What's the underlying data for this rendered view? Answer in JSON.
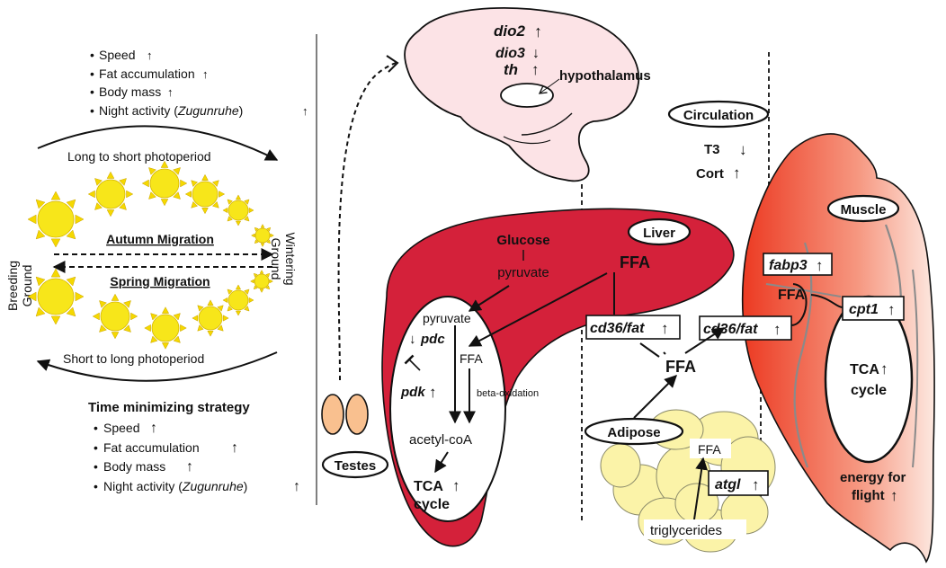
{
  "colors": {
    "liver": "#d4213a",
    "muscle_light": "#fbd9cf",
    "muscle_dark": "#ee4a2c",
    "brain": "#fce3e6",
    "adipose": "#fbf3a8",
    "testes": "#f9c08f",
    "sun": "#f7e61a",
    "sun_ray": "#f5d800"
  },
  "left_panel": {
    "autumn_list": [
      {
        "text": "Speed",
        "arrow": "↑"
      },
      {
        "text": "Fat accumulation",
        "arrow": "↑"
      },
      {
        "text": "Body mass",
        "arrow": "↑"
      },
      {
        "text_prefix": "Night activity (",
        "text_italic": "Zugunruhe",
        "text_suffix": ")",
        "arrow": "↑"
      }
    ],
    "long_to_short": "Long to short photoperiod",
    "short_to_long": "Short to long photoperiod",
    "breeding_ground": [
      "Breeding",
      "Ground"
    ],
    "wintering_ground": [
      "Wintering",
      "Ground"
    ],
    "autumn_migration": "Autumn Migration",
    "spring_migration": "Spring Migration",
    "strategy_title": "Time minimizing strategy",
    "spring_list": [
      {
        "text": "Speed",
        "arrow": "↑"
      },
      {
        "text": "Fat accumulation",
        "arrow": "↑"
      },
      {
        "text": "Body mass",
        "arrow": "↑"
      },
      {
        "text_prefix": "Night activity (",
        "text_italic": "Zugunruhe",
        "text_suffix": ")",
        "arrow": "↑"
      }
    ],
    "bullet": "•"
  },
  "brain": {
    "dio2": "dio2",
    "dio3": "dio3",
    "th": "th",
    "hypothalamus": "hypothalamus",
    "up": "↑",
    "down": "↓"
  },
  "circulation": {
    "label": "Circulation",
    "t3": "T3",
    "cort": "Cort",
    "up": "↑",
    "down": "↓"
  },
  "testes": {
    "label": "Testes"
  },
  "liver": {
    "label": "Liver",
    "glucose": "Glucose",
    "pyruvate_outer": "pyruvate",
    "ffa_outer": "FFA",
    "pyruvate_inner": "pyruvate",
    "pdc": "pdc",
    "pdk": "pdk",
    "ffa_inner": "FFA",
    "beta_oxidation": "beta-oxidation",
    "acetyl_coa": "acetyl-coA",
    "tca": "TCA",
    "cycle": "cycle",
    "up": "↑",
    "down": "↓"
  },
  "transport": {
    "cd36_liver": "cd36/fat",
    "cd36_muscle": "cd36/fat",
    "ffa_center": "FFA",
    "up": "↑"
  },
  "adipose": {
    "label": "Adipose",
    "ffa": "FFA",
    "atgl": "atgl",
    "triglycerides": "triglycerides",
    "up": "↑"
  },
  "muscle": {
    "label": "Muscle",
    "fabp3": "fabp3",
    "ffa": "FFA",
    "cpt1": "cpt1",
    "tca": "TCA",
    "cycle": "cycle",
    "energy_line1": "energy for",
    "energy_line2": "flight",
    "up": "↑"
  }
}
